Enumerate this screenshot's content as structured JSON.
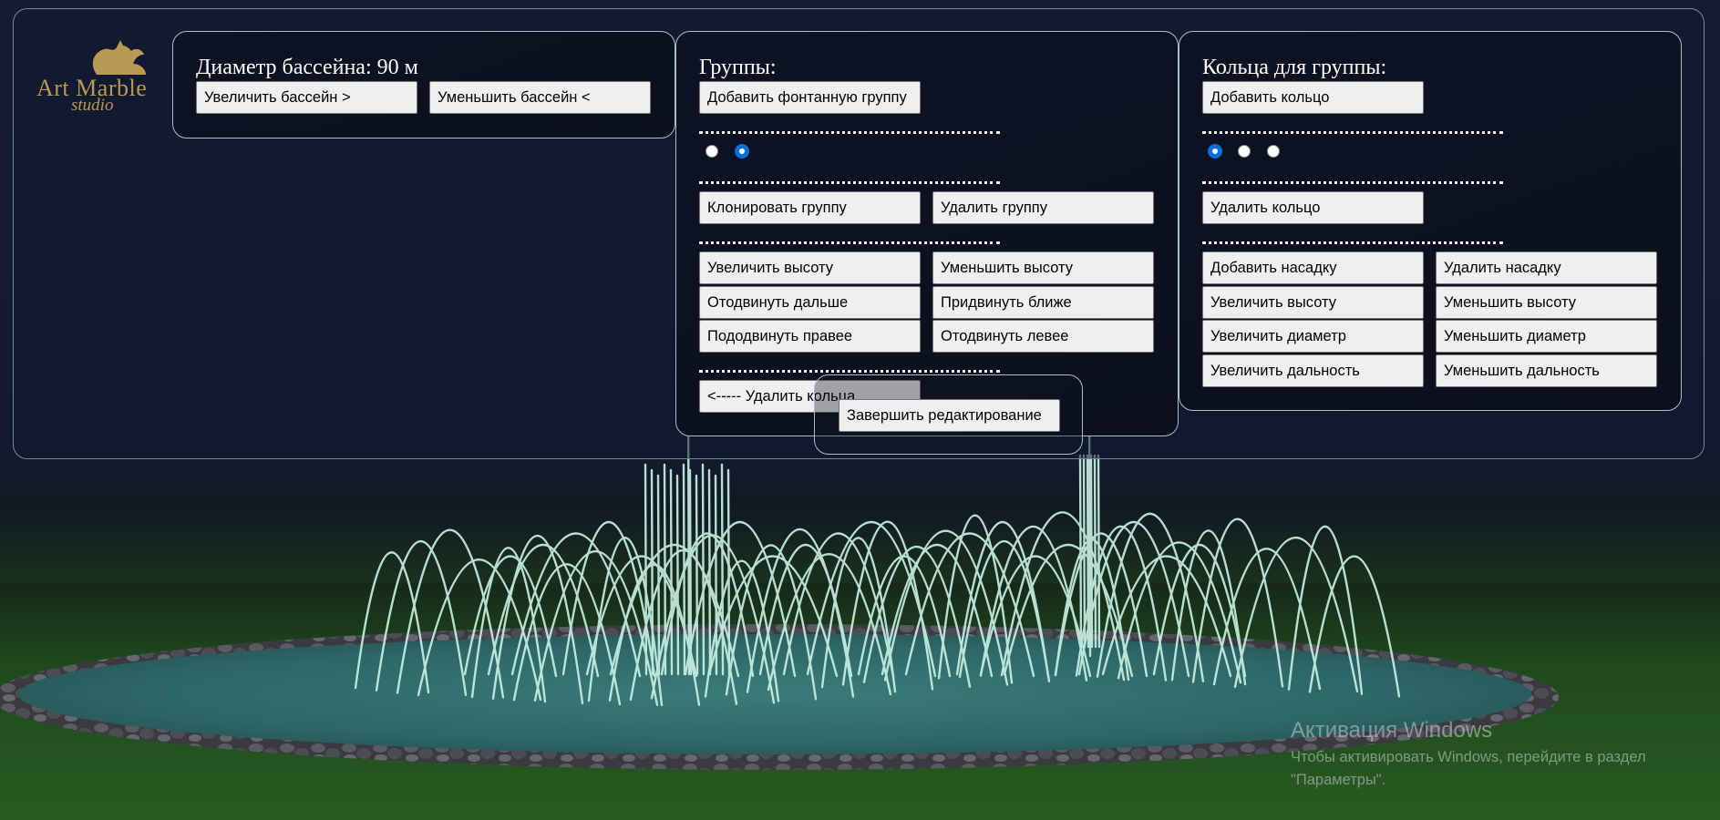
{
  "logo": {
    "brand": "Art Marble",
    "sub": "studio"
  },
  "pool": {
    "title": "Диаметр бассейна: 90 м",
    "increase": "Увеличить бассейн >",
    "decrease": "Уменьшить бассейн <"
  },
  "groups": {
    "title": "Группы:",
    "add": "Добавить фонтанную группу",
    "radios": [
      false,
      true
    ],
    "clone": "Клонировать группу",
    "delete": "Удалить группу",
    "increase_height": "Увеличить высоту",
    "decrease_height": "Уменьшить высоту",
    "move_farther": "Отодвинуть дальше",
    "move_closer": "Придвинуть ближе",
    "move_right": "Пододвинуть правее",
    "move_left": "Отодвинуть левее",
    "delete_rings": "<----- Удалить кольца"
  },
  "rings": {
    "title": "Кольца для группы:",
    "add": "Добавить кольцо",
    "radios": [
      true,
      false,
      false
    ],
    "delete": "Удалить кольцо",
    "add_nozzle": "Добавить насадку",
    "delete_nozzle": "Удалить насадку",
    "increase_height": "Увеличить высоту",
    "decrease_height": "Уменьшить высоту",
    "increase_diameter": "Увеличить диаметр",
    "decrease_diameter": "Уменьшить диаметр",
    "increase_range": "Увеличить дальность",
    "decrease_range": "Уменьшить дальность"
  },
  "finish": "Завершить редактирование",
  "watermark": {
    "title": "Активация Windows",
    "line1": "Чтобы активировать Windows, перейдите в раздел",
    "line2": "\"Параметры\"."
  },
  "colors": {
    "sky": "#141c34",
    "grass": "#214b1a",
    "water": "#2f6a6a",
    "jets": "#c6efe2",
    "stone": "#4a4a50",
    "logo_gold": "#b89a52",
    "radio_accent": "#0b6fd8"
  }
}
